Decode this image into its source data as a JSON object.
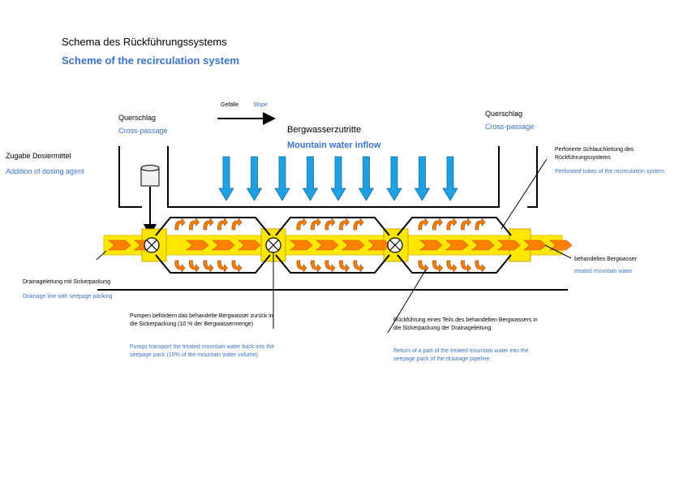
{
  "title": {
    "de": "Schema des Rückführungssystems",
    "en": "Scheme of the recirculation system"
  },
  "slope": {
    "de": "Gefälle",
    "en": "Slope"
  },
  "cross_passage_left": {
    "de": "Querschlag",
    "en": "Cross-passage"
  },
  "cross_passage_right": {
    "de": "Querschlag",
    "en": "Cross-passage"
  },
  "mountain_water": {
    "de": "Bergwasserzutritte",
    "en": "Mountain water inflow"
  },
  "dosing": {
    "de": "Zugabe Dosiermittel",
    "en": "Addition of dosing agent"
  },
  "perforated": {
    "de": "Perforierte Schlauchleitung des Rückführungssystems",
    "en": "Perforated tubes of the recirculation system"
  },
  "treated": {
    "de": "behandeltes Bergwasser",
    "en": "treated mountain water"
  },
  "drainage": {
    "de": "Drainageleitung mit Sickerpackung",
    "en": "Drainage line with seepage packing"
  },
  "pumps": {
    "de": "Pumpen befördern das behandelte Bergwasser zurück in die Sickerpackung (10 % der Bergwassermenge)",
    "en": "Pumps transport the treated mountain water back into the seepage pack (10% of the mountain water volume)"
  },
  "return": {
    "de": "Rückführung eines Teils des behandelten Bergwassers in die Sickerpackung der Drainageleitung",
    "en": "Return of a part of the treated mountain water into the seepage pack of the drainage pipeline"
  },
  "colors": {
    "pipe_yellow": "#ffe600",
    "pipe_orange": "#ff7f00",
    "water_blue": "#1fa0e0",
    "en_text": "#3a73c6"
  }
}
